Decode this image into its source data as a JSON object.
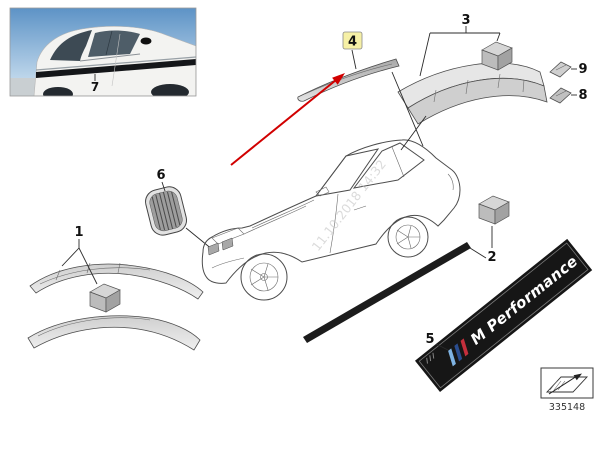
{
  "doc_number": "335148",
  "watermark_text": "11.10.2018 14:32",
  "selected_callout": "4",
  "callouts": {
    "c1": "1",
    "c2": "2",
    "c3": "3",
    "c4": "4",
    "c5": "5",
    "c6": "6",
    "c7": "7",
    "c8": "8",
    "c9": "9"
  },
  "sticker": {
    "label": "M Performance"
  },
  "colors": {
    "arrow_red": "#d10000",
    "highlight_box": "#f6f0a6",
    "sticker_bg": "#161616",
    "sticker_text": "#ffffff",
    "strip_black": "#1c1c1c",
    "watermark": "#c4c4c4",
    "line_art": "#4d4d4d"
  }
}
